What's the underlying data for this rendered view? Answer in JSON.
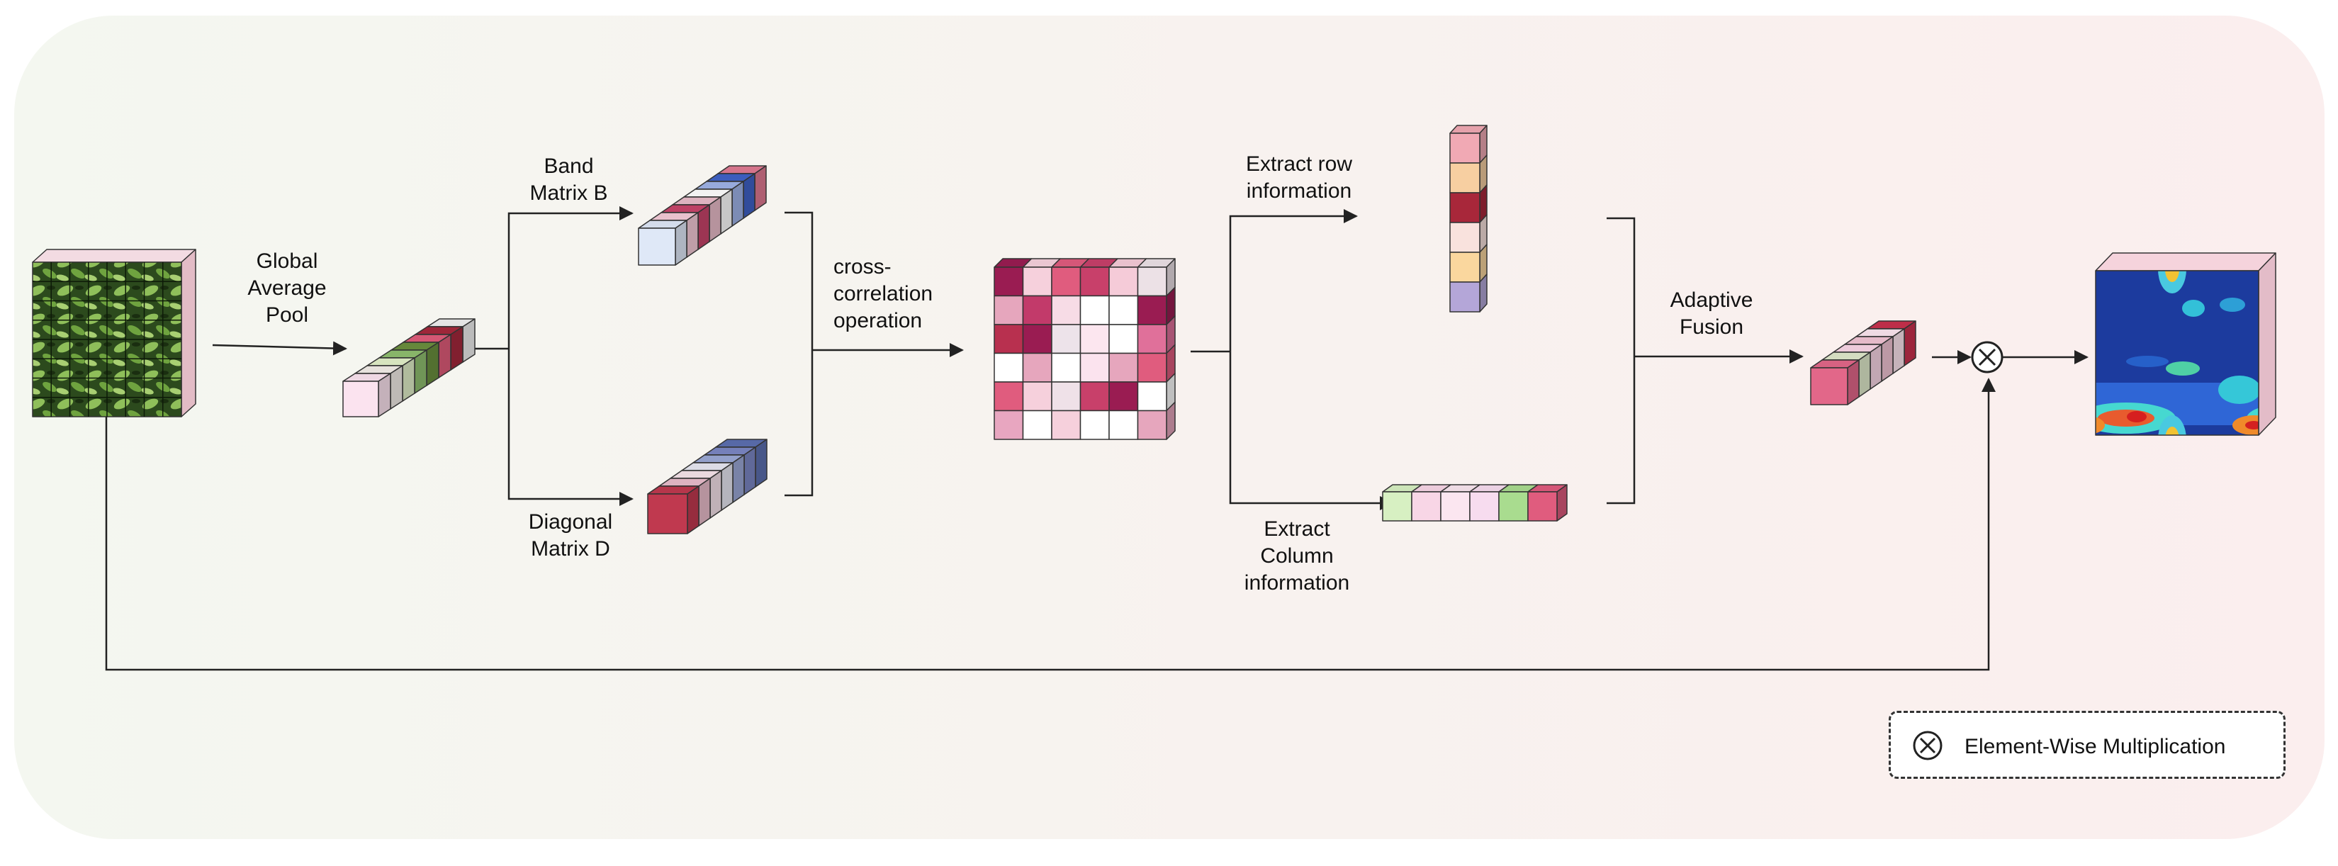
{
  "labels": {
    "gap": [
      "Global",
      "Average",
      "Pool"
    ],
    "band": [
      "Band",
      "Matrix B"
    ],
    "diag": [
      "Diagonal",
      "Matrix D"
    ],
    "xcorr": [
      "cross-",
      "correlation",
      "operation"
    ],
    "row": [
      "Extract row",
      "information"
    ],
    "col": [
      "Extract",
      "Column",
      "information"
    ],
    "fusion": [
      "Adaptive",
      "Fusion"
    ]
  },
  "legend": {
    "text": "Element-Wise Multiplication",
    "symbol": "multiply-circle-icon"
  },
  "colors": {
    "background_left": "#f4f7f0",
    "background_right": "#fbeeee",
    "arrow": "#222222",
    "gap_vector": [
      "#fbe3ef",
      "#f3eee9",
      "#e2f0c9",
      "#8fbf6f",
      "#6b8f3e",
      "#e05c7a",
      "#a6283c",
      "#f0f0f0"
    ],
    "band_vector": [
      "#dfe8f7",
      "#f5cbd8",
      "#c8446a",
      "#e9bcc9",
      "#ffffff",
      "#9fb3e8",
      "#3f62c7",
      "#e07a92"
    ],
    "diag_vector": [
      "#c0394f",
      "#e9bccb",
      "#f6e3ea",
      "#e8e8f2",
      "#9ba8d6",
      "#7b87c4",
      "#5c6fb0"
    ],
    "row_vector": [
      "#f1a9b4",
      "#f7cfa1",
      "#a8273a",
      "#f9e2dd",
      "#fad79e",
      "#b4a6d8"
    ],
    "col_vector": [
      "#d7f0c2",
      "#f8d6e6",
      "#fbe6f0",
      "#f7dcef",
      "#a9dc8f",
      "#e05c7e"
    ],
    "fused_vector": [
      "#e26789",
      "#dfe9cb",
      "#f9d6e6",
      "#f1c4d4",
      "#fce5ef",
      "#c8304d"
    ],
    "corr_matrix": [
      [
        "#9a1c52",
        "#f6d0dc",
        "#e05c7e",
        "#c8406a",
        "#f5cbd8",
        "#ece1e6"
      ],
      [
        "#e6a6bd",
        "#c23a6a",
        "#f7dce6",
        "#ffffff",
        "#ffffff",
        "#9a1c52"
      ],
      [
        "#b8304f",
        "#9a1c52",
        "#ede3ea",
        "#fce6ef",
        "#ffffff",
        "#e0709a"
      ],
      [
        "#ffffff",
        "#e6a6bd",
        "#ffffff",
        "#fbe3ee",
        "#e6a6bd",
        "#e05c7e"
      ],
      [
        "#e05c7e",
        "#f6d0dc",
        "#efe1e8",
        "#c8406a",
        "#9a1c52",
        "#ffffff"
      ],
      [
        "#e8a6c0",
        "#ffffff",
        "#f6d0dc",
        "#ffffff",
        "#ffffff",
        "#e6a6bd"
      ]
    ]
  }
}
